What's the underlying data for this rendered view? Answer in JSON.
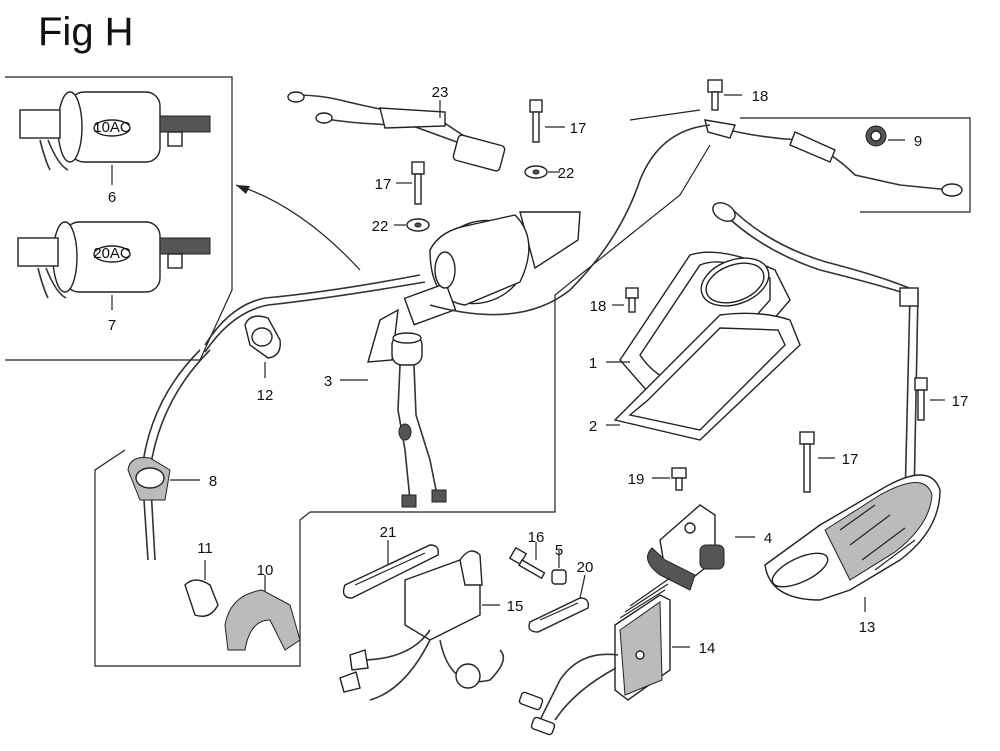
{
  "figure": {
    "title": "Fig H"
  },
  "inset": {
    "coil_6_label": "10AC",
    "coil_7_label": "20AC"
  },
  "callouts": {
    "c1": "1",
    "c2": "2",
    "c3": "3",
    "c4": "4",
    "c5": "5",
    "c6": "6",
    "c7": "7",
    "c8": "8",
    "c9": "9",
    "c10": "10",
    "c11": "11",
    "c12": "12",
    "c13": "13",
    "c14": "14",
    "c15": "15",
    "c16": "16",
    "c17a": "17",
    "c17b": "17",
    "c17c": "17",
    "c17d": "17",
    "c18a": "18",
    "c18b": "18",
    "c19": "19",
    "c20": "20",
    "c21": "21",
    "c22a": "22",
    "c22b": "22",
    "c23": "23"
  }
}
